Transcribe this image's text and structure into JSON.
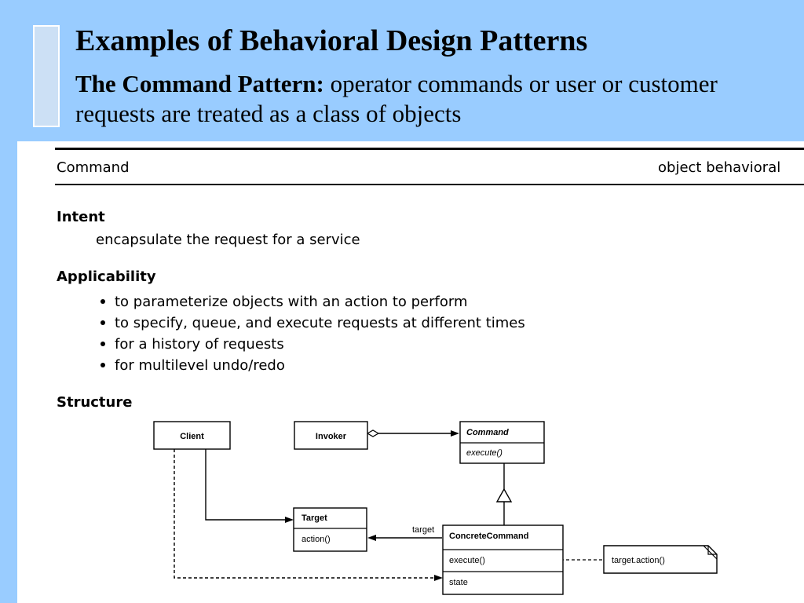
{
  "slide": {
    "title": "Examples of Behavioral Design Patterns",
    "subtitle_bold": "The Command Pattern:",
    "subtitle_rest": " operator commands or user or customer requests are treated as a class of objects"
  },
  "page": {
    "header_left": "Command",
    "header_right": "object behavioral",
    "intent_heading": "Intent",
    "intent_text": "encapsulate the request for a service",
    "applicability_heading": "Applicability",
    "applicability_items": [
      "to parameterize objects with an action to perform",
      "to specify, queue, and execute requests at different times",
      "for a history of requests",
      "for multilevel undo/redo"
    ],
    "structure_heading": "Structure"
  },
  "diagram": {
    "client": "Client",
    "invoker": "Invoker",
    "command": "Command",
    "command_method": "execute()",
    "target": "Target",
    "target_method": "action()",
    "concrete_command": "ConcreteCommand",
    "concrete_method": "execute()",
    "concrete_state": "state",
    "target_role": "target",
    "note": "target.action()"
  }
}
